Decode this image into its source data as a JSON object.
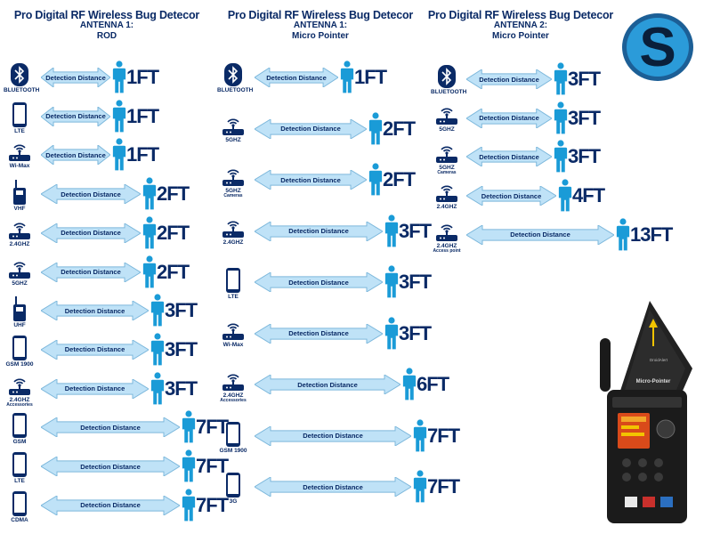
{
  "colors": {
    "arrow_fill": "#bfe2f7",
    "arrow_stroke": "#7db8dc",
    "person": "#1a9bd7",
    "text": "#0a2a66",
    "logo": "#2b9bd9"
  },
  "logo": {
    "letter": "S"
  },
  "columns": [
    {
      "title": "Pro Digital RF Wireless Bug Detecor",
      "antenna": "ANTENNA 1:",
      "type": "ROD",
      "rows": [
        {
          "icon": "bluetooth-icon",
          "label": "BLUETOOTH",
          "sub": "",
          "arrow": "Detection Distance",
          "distance": "1FT"
        },
        {
          "icon": "phone-icon",
          "label": "LTE",
          "sub": "",
          "arrow": "Detection Distance",
          "distance": "1FT"
        },
        {
          "icon": "router-icon",
          "label": "Wi-Max",
          "sub": "",
          "arrow": "Detection Distance",
          "distance": "1FT"
        },
        {
          "icon": "radio-icon",
          "label": "VHF",
          "sub": "",
          "arrow": "Detection Distance",
          "distance": "2FT"
        },
        {
          "icon": "router-icon",
          "label": "2.4GHZ",
          "sub": "",
          "arrow": "Detection Distance",
          "distance": "2FT"
        },
        {
          "icon": "router-icon",
          "label": "5GHZ",
          "sub": "",
          "arrow": "Detection Distance",
          "distance": "2FT"
        },
        {
          "icon": "radio-icon",
          "label": "UHF",
          "sub": "",
          "arrow": "Detection Distance",
          "distance": "3FT"
        },
        {
          "icon": "phone-icon",
          "label": "GSM 1900",
          "sub": "",
          "arrow": "Detection Distance",
          "distance": "3FT"
        },
        {
          "icon": "router-icon",
          "label": "2.4GHZ",
          "sub": "Accessories",
          "arrow": "Detection Distance",
          "distance": "3FT"
        },
        {
          "icon": "phone-icon",
          "label": "GSM",
          "sub": "",
          "arrow": "Detection Distance",
          "distance": "7FT"
        },
        {
          "icon": "phone-icon",
          "label": "LTE",
          "sub": "",
          "arrow": "Detection Distance",
          "distance": "7FT"
        },
        {
          "icon": "phone-icon",
          "label": "CDMA",
          "sub": "",
          "arrow": "Detection Distance",
          "distance": "7FT"
        }
      ]
    },
    {
      "title": "Pro Digital RF Wireless Bug Detecor",
      "antenna": "ANTENNA 1:",
      "type": "Micro Pointer",
      "rows": [
        {
          "icon": "bluetooth-icon",
          "label": "BLUETOOTH",
          "sub": "",
          "arrow": "Detection Distance",
          "distance": "1FT"
        },
        {
          "icon": "router-icon",
          "label": "5GHZ",
          "sub": "",
          "arrow": "Detection Distance",
          "distance": "2FT"
        },
        {
          "icon": "router-icon",
          "label": "5GHZ",
          "sub": "Cameras",
          "arrow": "Detection Distance",
          "distance": "2FT"
        },
        {
          "icon": "router-icon",
          "label": "2.4GHZ",
          "sub": "",
          "arrow": "Detection Distance",
          "distance": "3FT"
        },
        {
          "icon": "phone-icon",
          "label": "LTE",
          "sub": "",
          "arrow": "Detection Distance",
          "distance": "3FT"
        },
        {
          "icon": "router-icon",
          "label": "Wi-Max",
          "sub": "",
          "arrow": "Detection Distance",
          "distance": "3FT"
        },
        {
          "icon": "router-icon",
          "label": "2.4GHZ",
          "sub": "Accessories",
          "arrow": "Detection Distance",
          "distance": "6FT"
        },
        {
          "icon": "phone-icon",
          "label": "GSM 1900",
          "sub": "",
          "arrow": "Detection Distance",
          "distance": "7FT"
        },
        {
          "icon": "phone-icon",
          "label": "3G",
          "sub": "",
          "arrow": "Detection Distance",
          "distance": "7FT"
        }
      ]
    },
    {
      "title": "Pro Digital RF Wireless Bug Detecor",
      "antenna": "ANTENNA 2:",
      "type": "Micro Pointer",
      "rows": [
        {
          "icon": "bluetooth-icon",
          "label": "BLUETOOTH",
          "sub": "",
          "arrow": "Detection Distance",
          "distance": "3FT"
        },
        {
          "icon": "router-icon",
          "label": "5GHZ",
          "sub": "",
          "arrow": "Detection Distance",
          "distance": "3FT"
        },
        {
          "icon": "router-icon",
          "label": "5GHZ",
          "sub": "Cameras",
          "arrow": "Detection Distance",
          "distance": "3FT"
        },
        {
          "icon": "router-icon",
          "label": "2.4GHZ",
          "sub": "",
          "arrow": "Detection Distance",
          "distance": "4FT"
        },
        {
          "icon": "router-icon",
          "label": "2.4GHZ",
          "sub": "Access point",
          "arrow": "Detection Distance",
          "distance": "13FT"
        }
      ]
    }
  ],
  "device": {
    "antenna_label": "Micro-Pointer",
    "brand": "DroidAlert"
  }
}
